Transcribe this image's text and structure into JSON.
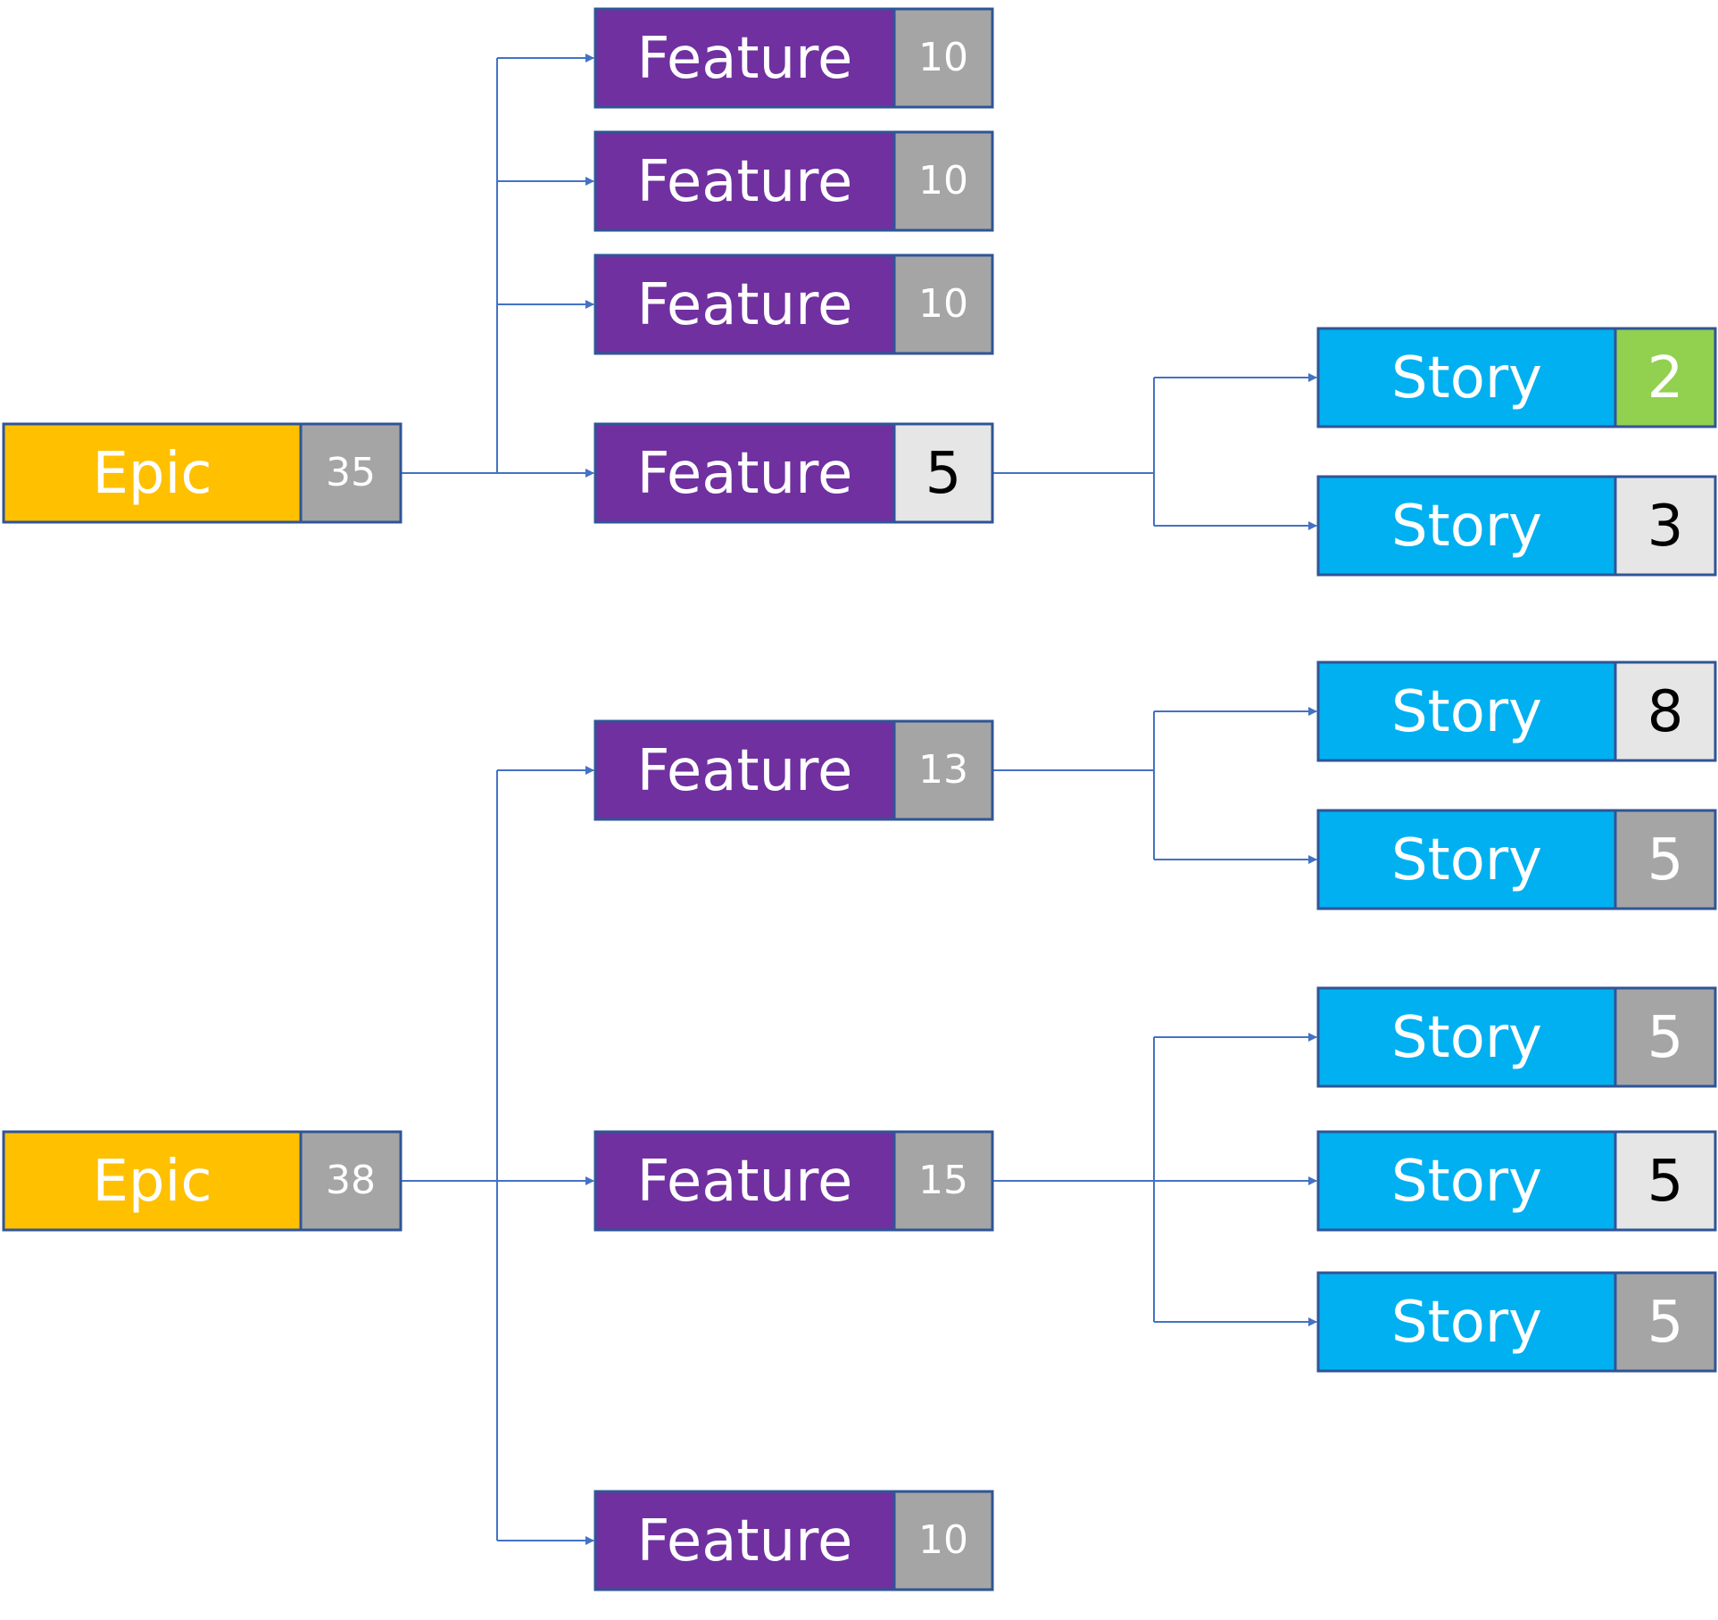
{
  "colors": {
    "epic": "#FFC000",
    "feature": "#7030A0",
    "story": "#00B0F0",
    "border": "#2F5597",
    "connector": "#4472C4",
    "badge_gray": "#A5A5A5",
    "badge_light": "#E7E6E6",
    "badge_green": "#92D050"
  },
  "trees": [
    {
      "epic": {
        "label": "Epic",
        "points": "35"
      },
      "features": [
        {
          "label": "Feature",
          "points": "10",
          "badge": "gray",
          "stories": []
        },
        {
          "label": "Feature",
          "points": "10",
          "badge": "gray",
          "stories": []
        },
        {
          "label": "Feature",
          "points": "10",
          "badge": "gray",
          "stories": []
        },
        {
          "label": "Feature",
          "points": "5",
          "badge": "light",
          "stories": [
            {
              "label": "Story",
              "points": "2",
              "badge": "green"
            },
            {
              "label": "Story",
              "points": "3",
              "badge": "light"
            }
          ]
        }
      ]
    },
    {
      "epic": {
        "label": "Epic",
        "points": "38"
      },
      "features": [
        {
          "label": "Feature",
          "points": "13",
          "badge": "gray",
          "stories": [
            {
              "label": "Story",
              "points": "8",
              "badge": "light"
            },
            {
              "label": "Story",
              "points": "5",
              "badge": "gray"
            }
          ]
        },
        {
          "label": "Feature",
          "points": "15",
          "badge": "gray",
          "stories": [
            {
              "label": "Story",
              "points": "5",
              "badge": "gray"
            },
            {
              "label": "Story",
              "points": "5",
              "badge": "light"
            },
            {
              "label": "Story",
              "points": "5",
              "badge": "gray"
            }
          ]
        },
        {
          "label": "Feature",
          "points": "10",
          "badge": "gray",
          "stories": []
        }
      ]
    }
  ]
}
